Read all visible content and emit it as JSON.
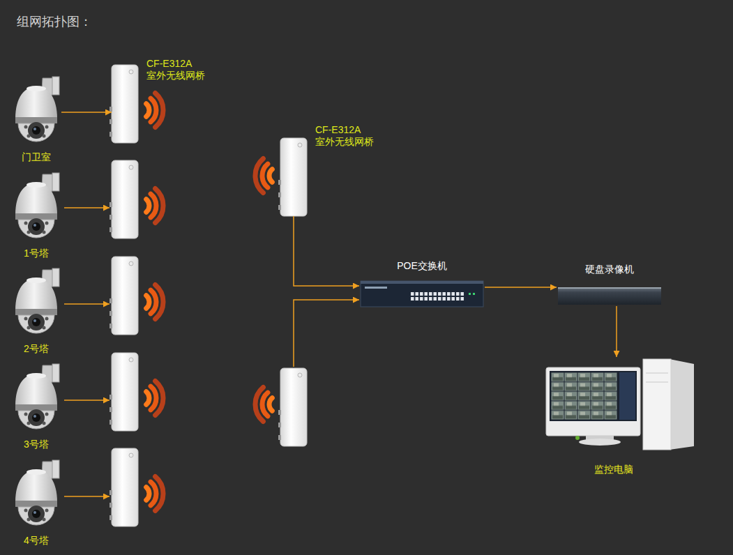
{
  "diagram": {
    "title": "组网拓扑图：",
    "nodes": [
      {
        "text": [
          "门卫室"
        ]
      },
      {
        "text": [
          "1号塔"
        ]
      },
      {
        "text": [
          "2号塔"
        ]
      },
      {
        "text": [
          "3号塔"
        ]
      },
      {
        "text": [
          "4号塔"
        ]
      },
      {
        "text": [
          "CF-E312A 室外无线网桥"
        ]
      },
      {
        "text": [
          "CF-E312A 室外无线网桥"
        ]
      },
      {
        "text": [
          "POE交换机"
        ]
      },
      {
        "text": [
          "硬盘录像机"
        ]
      },
      {
        "text": [
          "监控电脑"
        ]
      }
    ],
    "edges": [
      {
        "from": 0,
        "to": 5,
        "arrow": "to"
      },
      {
        "from": 6,
        "to": 7,
        "arrow": "to"
      },
      {
        "from": 7,
        "to": 8,
        "arrow": "to"
      },
      {
        "from": 8,
        "to": 9,
        "arrow": "to"
      }
    ]
  }
}
